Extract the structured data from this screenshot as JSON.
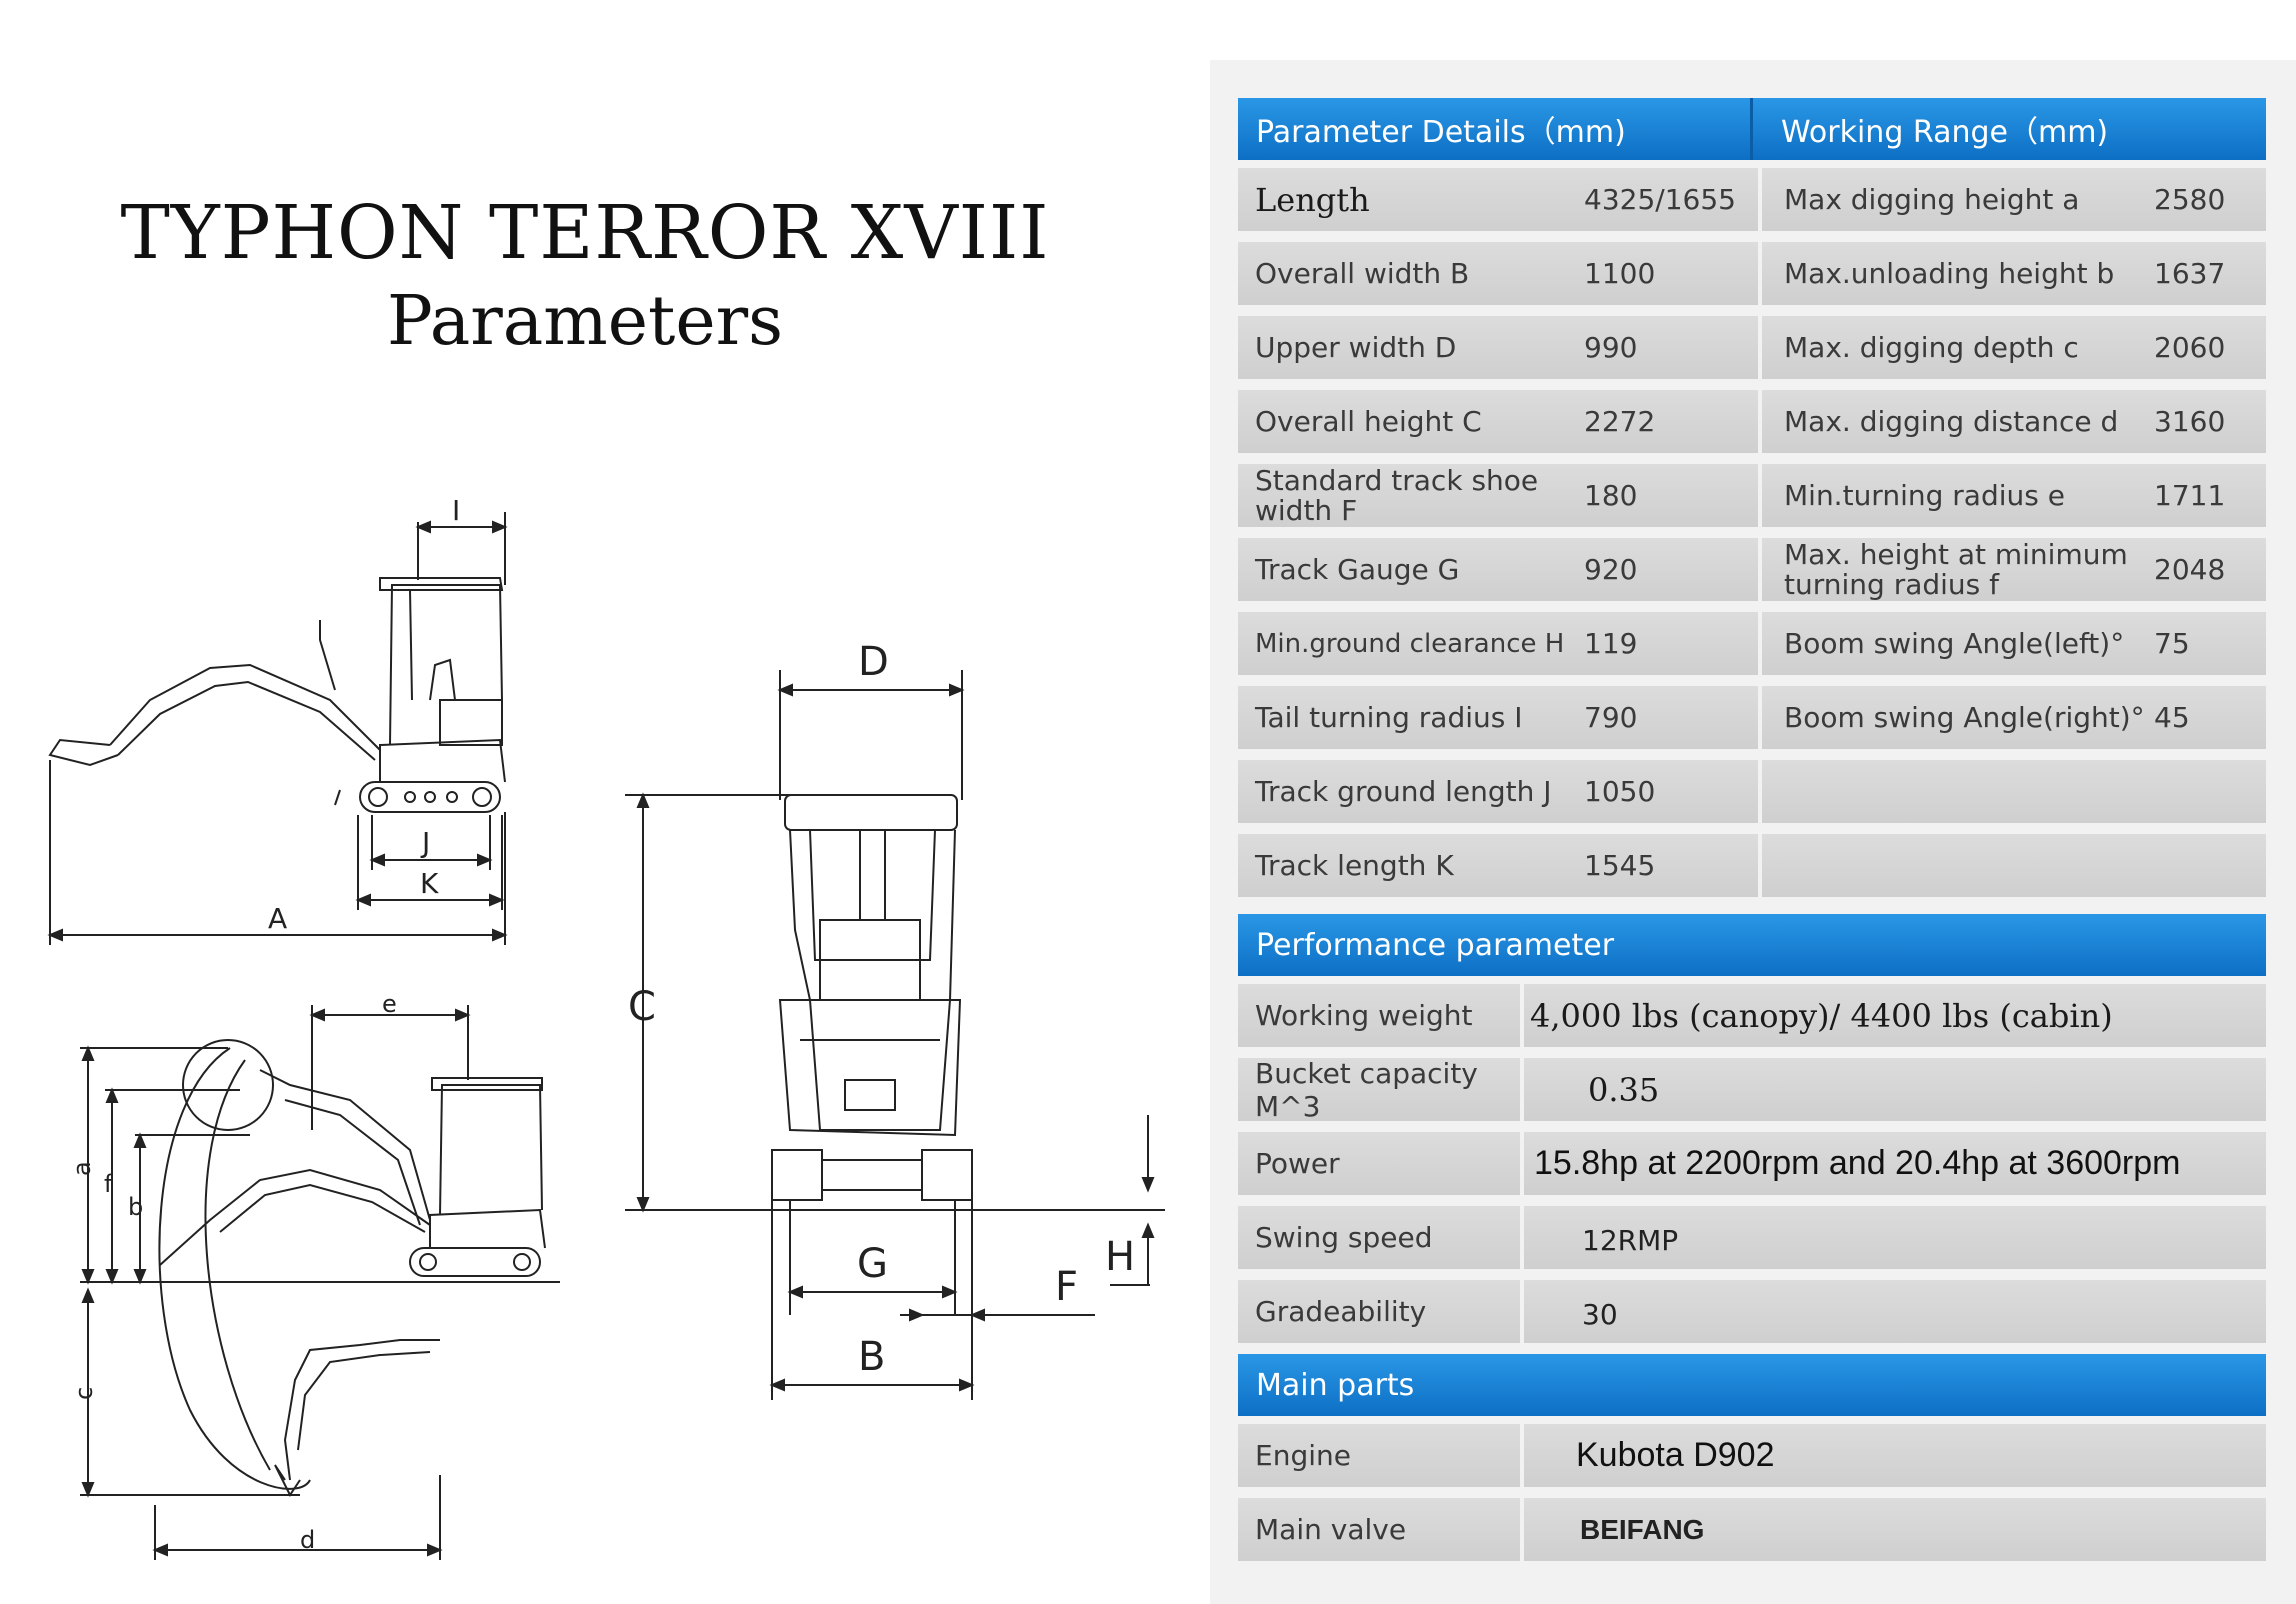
{
  "title": {
    "main": "TYPHON TERROR XVIII",
    "sub": "Parameters"
  },
  "diagram": {
    "side": {
      "I": "I",
      "J": "J",
      "K": "K",
      "A": "A"
    },
    "range": {
      "e": "e",
      "a": "a",
      "f": "f",
      "b": "b",
      "c": "c",
      "d": "d"
    },
    "front": {
      "D": "D",
      "C": "C",
      "G": "G",
      "B": "B",
      "F": "F",
      "H": "H"
    }
  },
  "spec_table": {
    "header_left": "Parameter Details（mm)",
    "header_right": "Working Range（mm)",
    "rows": [
      {
        "param": "Length",
        "value": "4325/1655",
        "range_param": "Max digging height a",
        "range_value": "2580"
      },
      {
        "param": "Overall width B",
        "value": "1100",
        "range_param": "Max.unloading height b",
        "range_value": "1637"
      },
      {
        "param": "Upper width D",
        "value": "990",
        "range_param": "Max. digging depth c",
        "range_value": "2060"
      },
      {
        "param": "Overall height C",
        "value": "2272",
        "range_param": "Max. digging distance d",
        "range_value": "3160"
      },
      {
        "param": "Standard track shoe width F",
        "value": "180",
        "range_param": "Min.turning radius e",
        "range_value": "1711"
      },
      {
        "param": "Track Gauge G",
        "value": "920",
        "range_param": "Max. height at minimum turning radius f",
        "range_value": "2048"
      },
      {
        "param": "Min.ground clearance H",
        "value": "119",
        "range_param": "Boom swing Angle(left)°",
        "range_value": "75"
      },
      {
        "param": "Tail turning radius I",
        "value": "790",
        "range_param": "Boom swing Angle(right)°",
        "range_value": "45"
      },
      {
        "param": "Track ground length J",
        "value": "1050",
        "range_param": "",
        "range_value": ""
      },
      {
        "param": "Track length K",
        "value": "1545",
        "range_param": "",
        "range_value": ""
      }
    ]
  },
  "performance": {
    "header": "Performance parameter",
    "rows": [
      {
        "name": "Working weight",
        "value": "4,000 lbs (canopy)/ 4400 lbs (cabin)"
      },
      {
        "name": "Bucket capacity M^3",
        "value": "0.35"
      },
      {
        "name": "Power",
        "value": "15.8hp at 2200rpm and 20.4hp at 3600rpm"
      },
      {
        "name": "Swing speed",
        "value": "12RMP"
      },
      {
        "name": "Gradeability",
        "value": "30"
      }
    ]
  },
  "main_parts": {
    "header": "Main parts",
    "rows": [
      {
        "name": "Engine",
        "value": "Kubota D902"
      },
      {
        "name": "Main valve",
        "value": "BEIFANG"
      }
    ]
  },
  "colors": {
    "header_blue": "#1a82d6",
    "row_gray": "#d6d6d6",
    "panel_bg": "#f2f2f2"
  }
}
